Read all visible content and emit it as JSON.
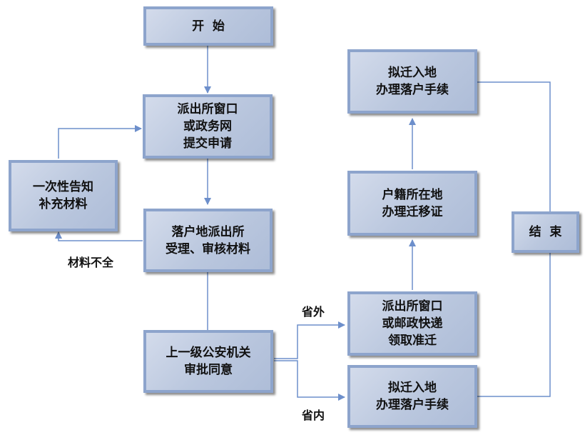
{
  "nodes": {
    "start": [
      "开  始"
    ],
    "submit": [
      "派出所窗口",
      "或政务网",
      "提交申请"
    ],
    "notify": [
      "一次性告知",
      "补充材料"
    ],
    "review": [
      "落户地派出所",
      "受理、审核材料"
    ],
    "approve": [
      "上一级公安机关",
      "审批同意"
    ],
    "collect": [
      "派出所窗口",
      "或邮政快递",
      "领取准迁"
    ],
    "intra": [
      "拟迁入地",
      "办理落户手续"
    ],
    "migrate": [
      "户籍所在地",
      "办理迁移证"
    ],
    "settle": [
      "拟迁入地",
      "办理落户手续"
    ],
    "end": [
      "结  束"
    ]
  },
  "labels": {
    "incomplete": "材料不全",
    "outside": "省外",
    "inside": "省内"
  },
  "colors": {
    "connector": "#6d8fcb",
    "box_border": "#8da4cc",
    "box_fill": "#bac7de"
  }
}
